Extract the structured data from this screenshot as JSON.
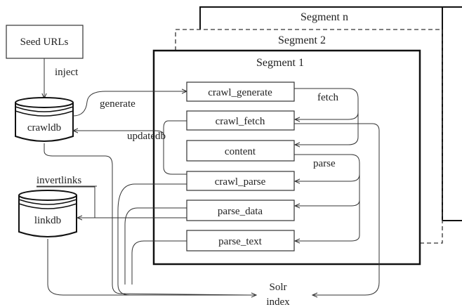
{
  "diagram": {
    "segments": {
      "n": "Segment n",
      "two": "Segment 2",
      "one": "Segment 1"
    },
    "seed": "Seed URLs",
    "inject": "inject",
    "crawldb": "crawldb",
    "linkdb": "linkdb",
    "generate": "generate",
    "updatedb": "updatedb",
    "invertlinks": "invertlinks",
    "fetch": "fetch",
    "parse": "parse",
    "boxes": {
      "crawl_generate": "crawl_generate",
      "crawl_fetch": "crawl_fetch",
      "content": "content",
      "crawl_parse": "crawl_parse",
      "parse_data": "parse_data",
      "parse_text": "parse_text"
    },
    "solr_line1": "Solr",
    "solr_line2": "index"
  }
}
